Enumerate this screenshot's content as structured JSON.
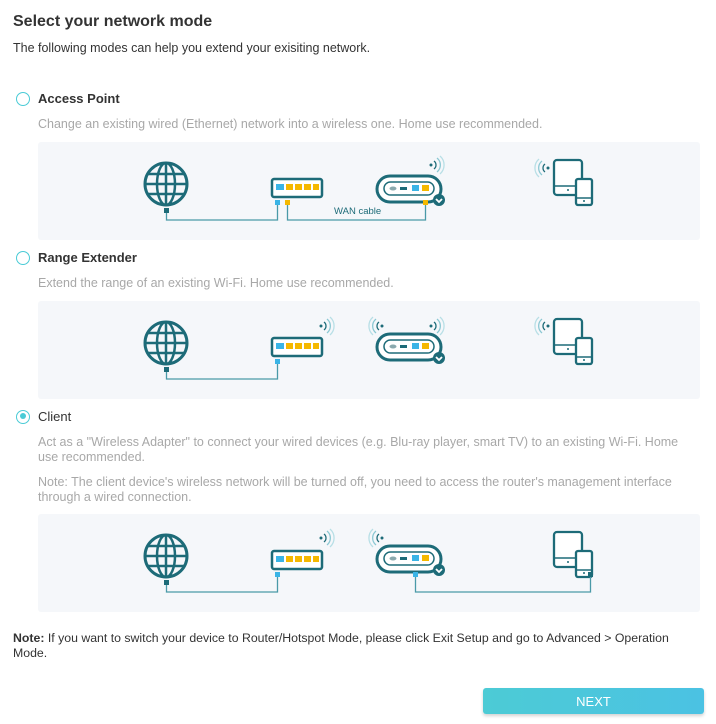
{
  "page": {
    "title": "Select your network mode",
    "subtitle": "The following modes can help you extend your exisiting network."
  },
  "modes": [
    {
      "label": "Access Point",
      "selected": false,
      "description": "Change an existing wired (Ethernet) network into a wireless one. Home use recommended.",
      "note": "",
      "diagram": {
        "cable_label": "WAN cable"
      }
    },
    {
      "label": "Range Extender",
      "selected": false,
      "description": "Extend the range of an existing Wi-Fi. Home use recommended.",
      "note": ""
    },
    {
      "label": "Client",
      "selected": true,
      "description": "Act as a \"Wireless Adapter\" to connect your wired devices (e.g. Blu-ray player, smart TV) to an existing Wi-Fi. Home use recommended.",
      "note": "Note: The client device's wireless network will be turned off, you need to access the router's management interface through a wired connection."
    }
  ],
  "footnote": {
    "prefix": "Note:",
    "text": " If you want to switch your device to Router/Hotspot Mode, please click Exit Setup and go to Advanced > Operation Mode."
  },
  "actions": {
    "next_label": "NEXT"
  },
  "colors": {
    "accent": "#4acbd6",
    "device_stroke": "#1d6b78",
    "lan_port": "#f5b800",
    "wan_port": "#3ab4e6",
    "panel_bg": "#f5f7fa",
    "muted_text": "#a8a8a8"
  }
}
